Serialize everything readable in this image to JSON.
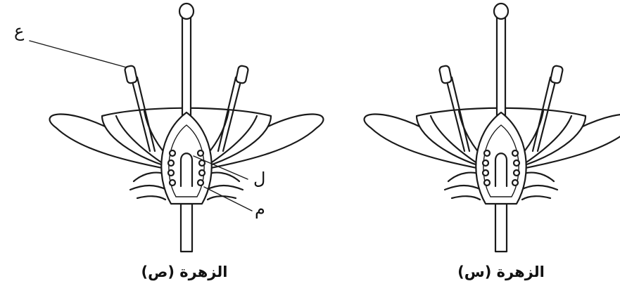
{
  "flowers": [
    {
      "caption": "الزهرة (ص)"
    },
    {
      "caption": "الزهرة (س)"
    }
  ],
  "labels": {
    "anther": "ع",
    "ovary_wall": "ل",
    "ovule": "م"
  }
}
